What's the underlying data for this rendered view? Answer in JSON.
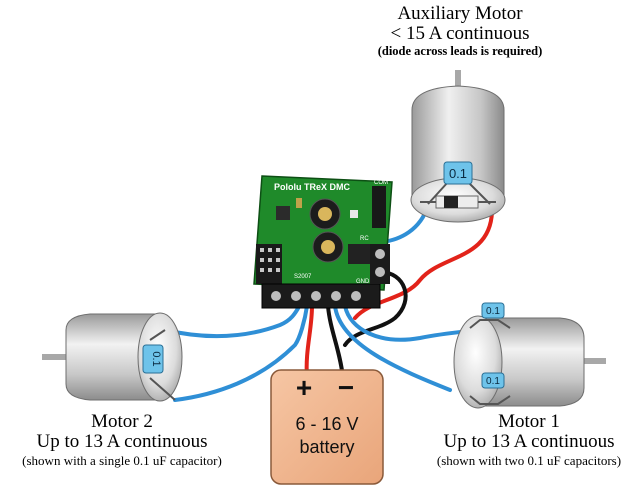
{
  "aux_motor": {
    "title": "Auxiliary Motor",
    "rating": "< 15 A continuous",
    "note": "(diode across leads is required)",
    "capacitor": "0.1"
  },
  "motor2": {
    "title": "Motor 2",
    "rating": "Up to 13 A continuous",
    "note": "(shown with a single 0.1 uF capacitor)",
    "capacitor": "0.1"
  },
  "motor1": {
    "title": "Motor 1",
    "rating": "Up to 13 A continuous",
    "note": "(shown with two 0.1 uF capacitors)",
    "capacitor_a": "0.1",
    "capacitor_b": "0.1"
  },
  "battery": {
    "plus": "+",
    "minus": "−",
    "voltage": "6 - 16 V",
    "label": "battery"
  },
  "board": {
    "name": "Pololu TReX DMC",
    "silkscreen": [
      "COM",
      "RC",
      "S2007",
      "GND"
    ]
  },
  "colors": {
    "board": "#1f8a2a",
    "board_dark": "#116018",
    "battery": "#f2b58e",
    "motor_body": "#cfcfcf",
    "capacitor": "#6ec3ea",
    "wire_blue": "#2f8fd6",
    "wire_red": "#e2231a",
    "wire_black": "#111111"
  }
}
